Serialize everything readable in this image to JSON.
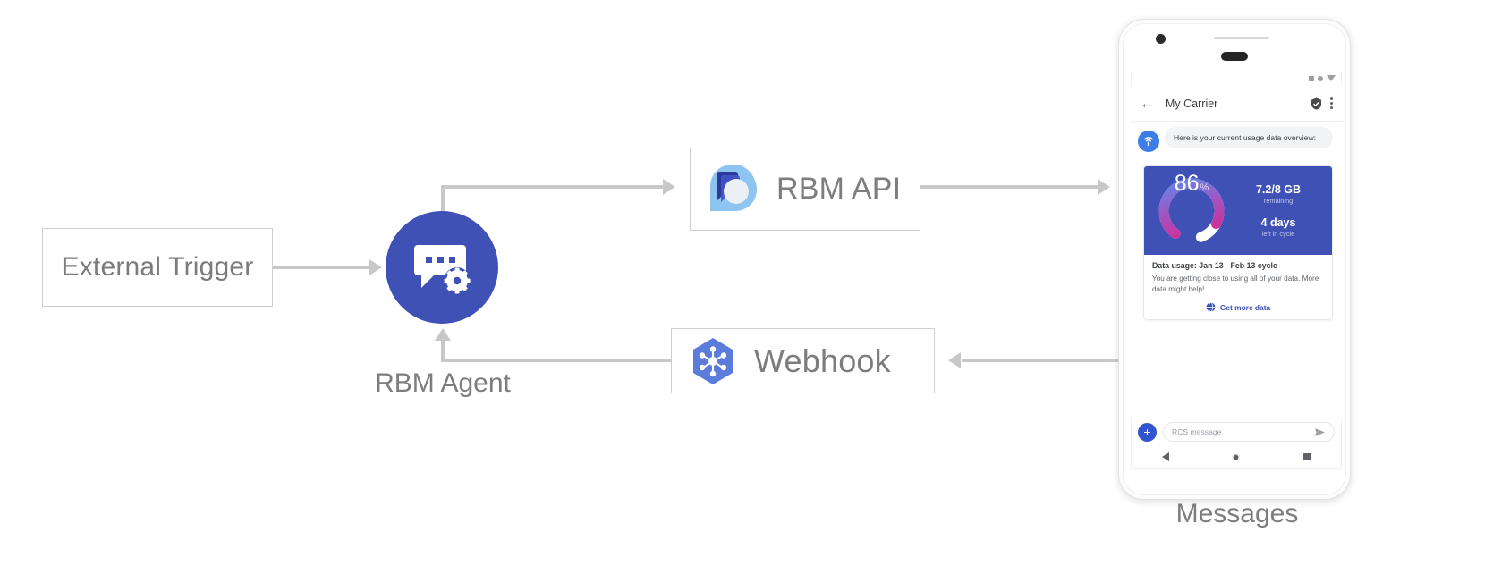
{
  "diagram": {
    "external_trigger": {
      "label": "External Trigger"
    },
    "rbm_agent": {
      "label": "RBM Agent"
    },
    "rbm_api": {
      "label": "RBM API"
    },
    "webhook": {
      "label": "Webhook"
    },
    "messages": {
      "label": "Messages"
    }
  },
  "phone": {
    "app_bar": {
      "back_glyph": "←",
      "title": "My Carrier",
      "verified_icon": "shield-check-icon",
      "overflow_icon": "more-vert-icon"
    },
    "status_icons": [
      "square-icon",
      "circle-icon",
      "wifi-triangle-icon"
    ],
    "message": {
      "avatar_icon": "carrier-antenna-icon",
      "text": "Here is your current usage data overview:"
    },
    "card": {
      "gauge": {
        "percent": "86",
        "percent_unit": "%",
        "value": 86,
        "track_color": "#ffffff",
        "gradient_start": "#5b8def",
        "gradient_mid": "#9b59c6",
        "gradient_end": "#e0218a"
      },
      "stats": [
        {
          "main": "7.2/8 GB",
          "sub": "remaining"
        },
        {
          "main": "4 days",
          "sub": "left in cycle"
        }
      ],
      "title": "Data usage: Jan 13 - Feb 13 cycle",
      "description": "You are getting close to using all of your data. More data might help!",
      "action": {
        "icon": "globe-icon",
        "label": "Get more data"
      },
      "hero_bg": "#3f51b5"
    },
    "composer": {
      "add_button_glyph": "+",
      "placeholder": "RCS message",
      "send_icon": "send-icon"
    },
    "nav_bar": [
      "back-nav-icon",
      "home-nav-icon",
      "recents-nav-icon"
    ]
  },
  "colors": {
    "agent_blue": "#3f51b5",
    "webhook_blue": "#5c7cdb",
    "rbm_api_light": "#8ec5f0",
    "rbm_api_dark": "#2b3a9c",
    "connector_gray": "#c8c8c8",
    "text_gray": "#7d7d7d"
  }
}
